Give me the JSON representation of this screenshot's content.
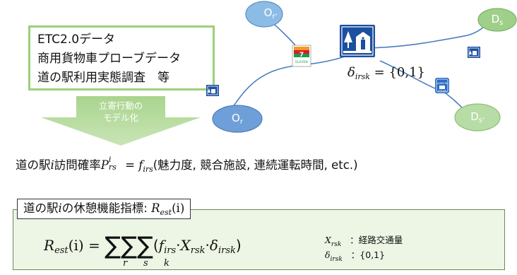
{
  "data_sources": {
    "lines": [
      "ETC2.0データ",
      "商用貨物車プローブデータ",
      "道の駅利用実態調査　等"
    ]
  },
  "arrow_text": [
    "立寄行動の",
    "モデル化"
  ],
  "network": {
    "origin_main": {
      "base": "O",
      "sub": "r"
    },
    "origin_alt": {
      "base": "O",
      "sub": "r'"
    },
    "dest_main": {
      "base": "D",
      "sub": "s"
    },
    "dest_alt": {
      "base": "D",
      "sub": "s'"
    },
    "store_brand": "7 ELEVEN",
    "lawson_brand": "LAWSON STATION",
    "delta_definition": "δirsk = {0,1}",
    "delta_symbol": "δ",
    "delta_sub": "irsk",
    "delta_value": " = {0,1}",
    "colors": {
      "node_fill": "#8cbce6",
      "node_stroke": "#5b8ec4",
      "dest_fill": "#9fd08a",
      "road_line": "#4a7ebf",
      "michi_blue": "#1b4fa0"
    }
  },
  "probability": {
    "prefix": "道の駅",
    "var_i": "i",
    "mid": "訪問確率",
    "P": "P",
    "P_sup": "i",
    "P_sub": "rs",
    "eq": " = ",
    "f": "f",
    "f_sub": "irs",
    "args": "(魅力度, 競合施設, 連続運転時間, etc.)"
  },
  "rest_index": {
    "label_prefix": "道の駅",
    "label_var": "i",
    "label_mid": "の休憩機能指標: ",
    "R": "R",
    "R_sub": "est",
    "R_arg": "(i)",
    "lhs_R": "R",
    "lhs_sub": "est",
    "lhs_arg": "(i) = ",
    "sigma": "∑",
    "sum_indices": [
      "r",
      "s",
      "k"
    ],
    "open": "(",
    "f": "f",
    "f_sub": "irs",
    "dot1": "·",
    "X": "X",
    "X_sub": "rsk",
    "dot2": "·",
    "d": "δ",
    "d_sub": "irsk",
    "close": ")"
  },
  "legend": {
    "x_var": "X",
    "x_sub": "rsk",
    "x_desc": "：経路交通量",
    "d_var": "δ",
    "d_sub": "irsk",
    "d_desc": "：{0,1}"
  }
}
